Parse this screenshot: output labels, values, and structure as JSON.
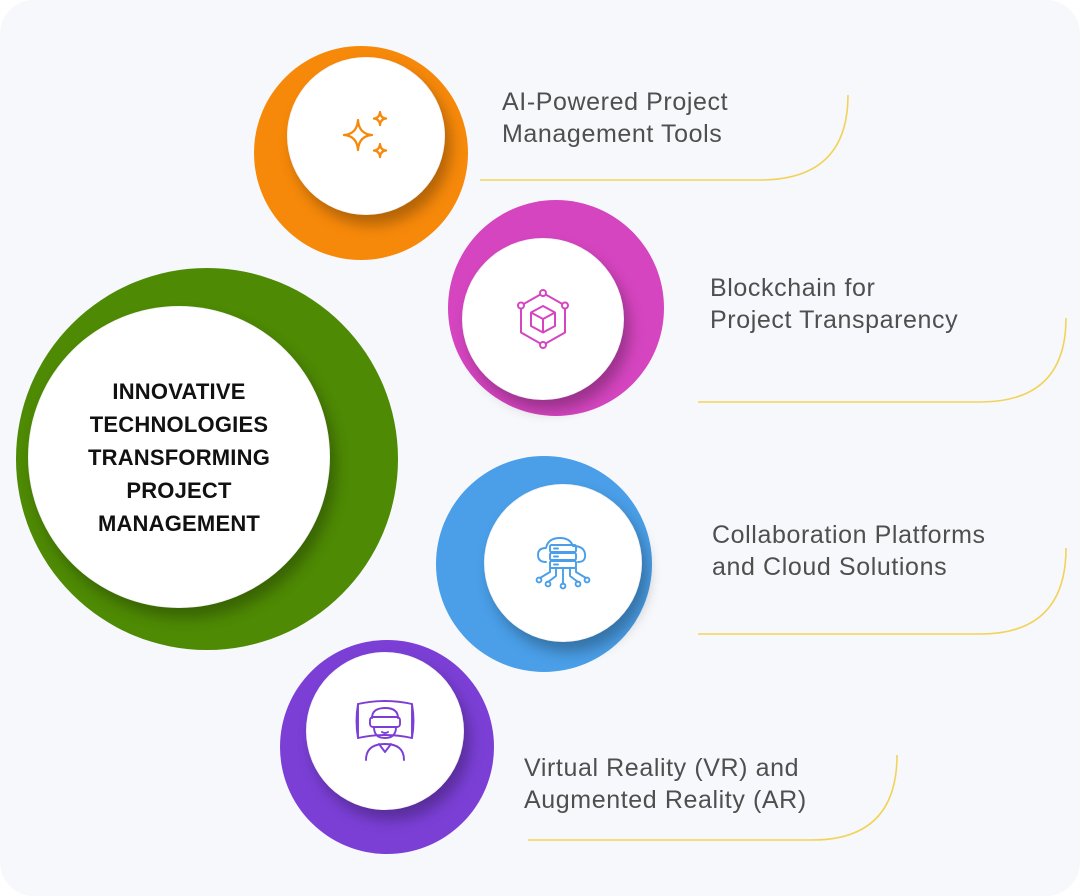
{
  "center": {
    "lines": [
      "INNOVATIVE",
      "TECHNOLOGIES",
      "TRANSFORMING",
      "PROJECT",
      "MANAGEMENT"
    ],
    "color": "#4e8a04"
  },
  "items": [
    {
      "line1": "AI-Powered Project",
      "line2": "Management Tools",
      "color": "#f7890a",
      "icon": "sparkles-icon"
    },
    {
      "line1": "Blockchain for",
      "line2": "Project Transparency",
      "color": "#d545c0",
      "icon": "blockchain-cube-icon"
    },
    {
      "line1": "Collaboration Platforms",
      "line2": "and Cloud Solutions",
      "color": "#4a9fe8",
      "icon": "cloud-server-icon"
    },
    {
      "line1": "Virtual Reality (VR) and",
      "line2": "Augmented Reality (AR)",
      "color": "#7b3fd6",
      "icon": "vr-headset-icon"
    }
  ],
  "connector_color": "#f2d35a"
}
